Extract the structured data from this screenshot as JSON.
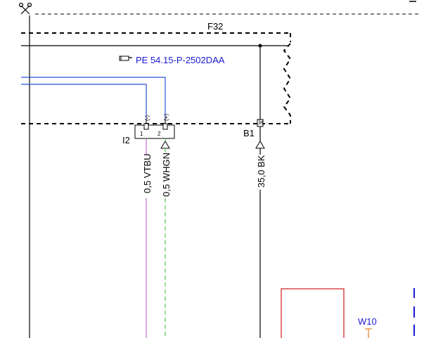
{
  "diagram": {
    "fuse_label": "F32",
    "reference": {
      "icon": "pointing-hand-icon",
      "text": "PE 54.15-P-2502DAA",
      "color": "#1a1ad4"
    },
    "connector_left": {
      "label": "I2",
      "pin1": "1",
      "pin2": "2",
      "pin1_polarity": "(-)",
      "pin2_polarity": "(+)"
    },
    "connector_right": {
      "label": "B1",
      "pin": "30"
    },
    "wires": [
      {
        "label": "0,5 VTBU",
        "color": "#c070d0"
      },
      {
        "label": "0,5 WHGN",
        "color": "#50c050"
      },
      {
        "label": "35,0 BK",
        "color": "#000000"
      }
    ],
    "signal_line_color": "#2b4fd8",
    "component_box_color": "#d01818",
    "bottom_label": {
      "text": "W10",
      "color": "#1a1ad4"
    },
    "bottom_marker_color": "#e08030",
    "corner_glyph": "scissors-icon"
  }
}
